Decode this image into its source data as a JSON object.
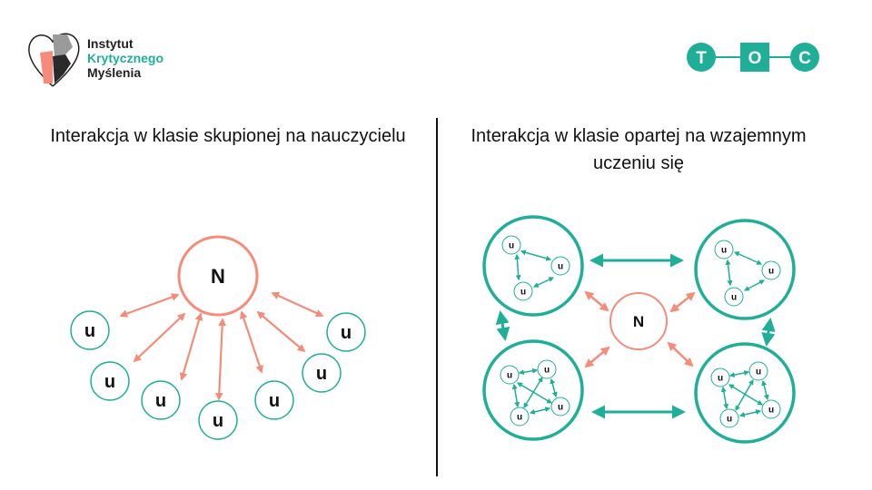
{
  "logo": {
    "line1": "Instytut",
    "line2": "Krytycznego",
    "line3": "Myślenia"
  },
  "toc": {
    "t": "T",
    "o": "O",
    "c": "C"
  },
  "left_panel": {
    "title": "Interakcja w klasie skupionej na nauczycielu",
    "teacher_label": "N",
    "student_label": "u",
    "student_count": 7
  },
  "right_panel": {
    "title": "Interakcja w klasie opartej na wzajemnym uczeniu się",
    "teacher_label": "N",
    "student_label": "u",
    "group_count": 4
  },
  "colors": {
    "teal": "#1fae97",
    "salmon": "#f48c79",
    "text": "#111111"
  }
}
